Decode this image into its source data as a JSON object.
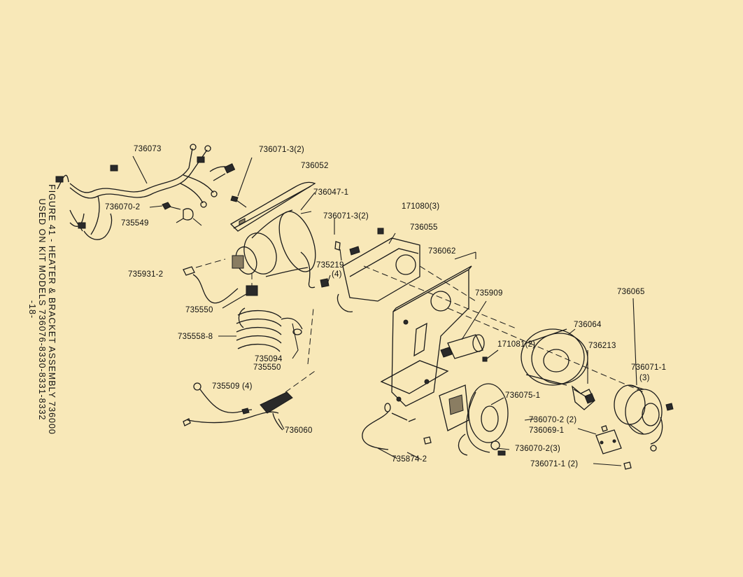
{
  "caption": {
    "line1": "FIGURE 41 - HEATER & BRACKET ASSEMBLY 736000",
    "line2": "USED ON KIT MODELS 736076-8330-8331-8332",
    "page": "-18-"
  },
  "callouts": {
    "p736073": "736073",
    "p736071_3_2a": "736071-3(2)",
    "p736052": "736052",
    "p736047_1": "736047-1",
    "p736070_2": "736070-2",
    "p735549": "735549",
    "p171080_3": "171080(3)",
    "p736071_3_2b": "736071-3(2)",
    "p736055": "736055",
    "p736062": "736062",
    "p735219": "735219",
    "p735219_qty": "(4)",
    "p735931_2": "735931-2",
    "p735550a": "735550",
    "p735909": "735909",
    "p736065": "736065",
    "p736064": "736064",
    "p735558_8": "735558-8",
    "p171081_2": "171081(2)",
    "p736213": "736213",
    "p735094": "735094",
    "p735550b": "735550",
    "p736071_1": "736071-1",
    "p736071_1_qty": "(3)",
    "p735509_4": "735509 (4)",
    "p736075_1": "736075-1",
    "p736070_2_2": "736070-2 (2)",
    "p736069_1": "736069-1",
    "p736060": "736060",
    "p736070_2_3": "736070-2(3)",
    "p735874_2": "735874-2",
    "p736071_1_2": "736071-1 (2)"
  }
}
